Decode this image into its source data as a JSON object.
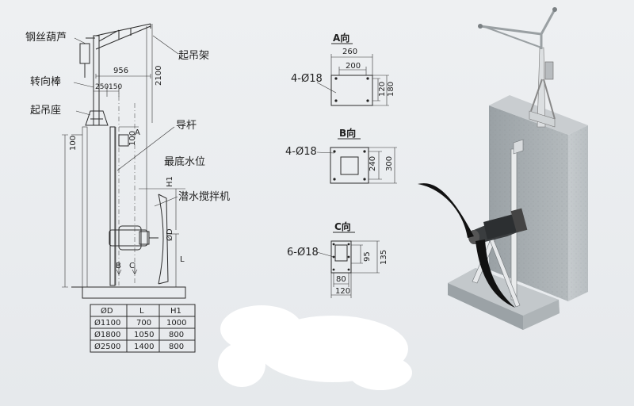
{
  "labels": {
    "wire_hoist": "钢丝葫芦",
    "crane_frame": "起吊架",
    "turning_rod": "转向棒",
    "crane_base": "起吊座",
    "guide_rod": "导杆",
    "lowest_water_level": "最底水位",
    "submersible_mixer": "潜水搅拌机"
  },
  "side_view": {
    "dim_956": "956",
    "dim_2100": "2100",
    "dim_250": "250",
    "dim_150": "150",
    "dim_100_left": "100",
    "dim_100_box": "100",
    "marker_a": "A",
    "marker_b": "B",
    "marker_c": "C",
    "marker_h1": "H1",
    "marker_d": "ØD",
    "marker_l": "L"
  },
  "view_a": {
    "title": "A向",
    "dim_260": "260",
    "dim_200": "200",
    "dim_120": "120",
    "dim_180": "180",
    "holes": "4-Ø18"
  },
  "view_b": {
    "title": "B向",
    "dim_240": "240",
    "dim_300": "300",
    "holes": "4-Ø18"
  },
  "view_c": {
    "title": "C向",
    "dim_95": "95",
    "dim_135": "135",
    "dim_80": "80",
    "dim_120": "120",
    "holes": "6-Ø18"
  },
  "table": {
    "headers": [
      "ØD",
      "L",
      "H1"
    ],
    "rows": [
      [
        "Ø1100",
        "700",
        "1000"
      ],
      [
        "Ø1800",
        "1050",
        "800"
      ],
      [
        "Ø2500",
        "1400",
        "800"
      ]
    ]
  },
  "colors": {
    "concrete": "#a9b0b3",
    "steel": "#d4d7d9",
    "blade": "#111111"
  }
}
